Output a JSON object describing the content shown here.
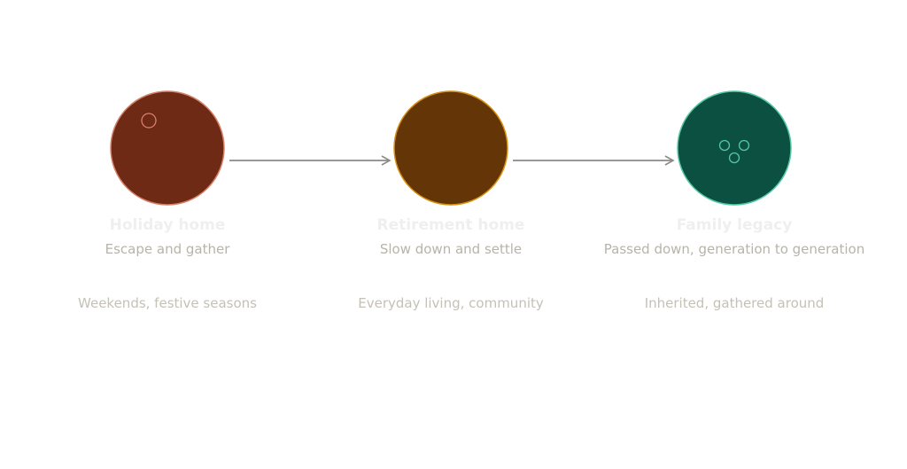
{
  "stages": [
    {
      "title": "Holiday home",
      "subtitle": "Escape and gather",
      "note": "Weekends, festive seasons",
      "fill": "#6f2a16",
      "stroke": "#d4826a",
      "icon": "single-circle-icon"
    },
    {
      "title": "Retirement home",
      "subtitle": "Slow down and settle",
      "note": "Everyday living, community",
      "fill": "#633507",
      "stroke": "#d69012",
      "icon": "none"
    },
    {
      "title": "Family legacy",
      "subtitle": "Passed down, generation to generation",
      "note": "Inherited, gathered around",
      "fill": "#0b5040",
      "stroke": "#54c7a3",
      "icon": "three-circles-icon"
    }
  ],
  "colors": {
    "arrow": "#8a8a86",
    "title_text": "#efefef",
    "subtitle_text": "#b7b4a8",
    "note_text": "#c4c1b6"
  }
}
